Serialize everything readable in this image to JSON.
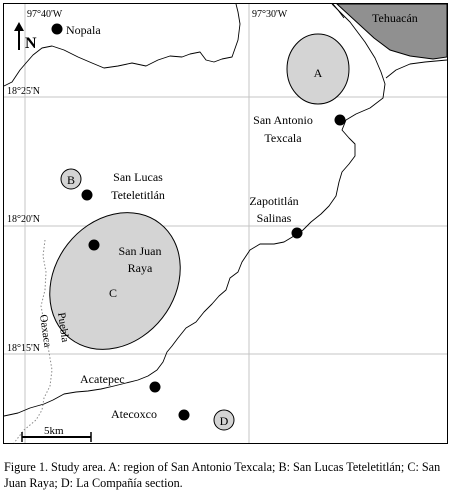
{
  "map": {
    "coordinates": {
      "lon_97_40": "97°40'W",
      "lon_97_30": "97°30'W",
      "lat_18_25": "18°25'N",
      "lat_18_20": "18°20'N",
      "lat_18_15": "18°15'N"
    },
    "north_arrow": "N",
    "localities": {
      "nopala": "Nopala",
      "tehuacan": "Tehuacán",
      "san_antonio_1": "San Antonio",
      "san_antonio_2": "Texcala",
      "san_lucas_1": "San Lucas",
      "san_lucas_2": "Teteletitlán",
      "zapotitlan_1": "Zapotitlán",
      "zapotitlan_2": "Salinas",
      "san_juan_1": "San Juan",
      "san_juan_2": "Raya",
      "acatepec": "Acatepec",
      "atecoxco": "Atecoxco"
    },
    "regions": {
      "a": "A",
      "b": "B",
      "c": "C",
      "d": "D"
    },
    "states": {
      "puebla": "Puebla",
      "oaxaca": "Oaxaca"
    },
    "scale_bar": "5km",
    "colors": {
      "region_fill": "#d4d4d4",
      "tehuacan_fill": "#909090",
      "grid": "#c4c4c4"
    }
  },
  "caption": {
    "text": "Figure 1. Study area. A: region of San Antonio Texcala; B: San Lucas Teteletitlán; C: San Juan Raya; D: La Compañía section."
  }
}
